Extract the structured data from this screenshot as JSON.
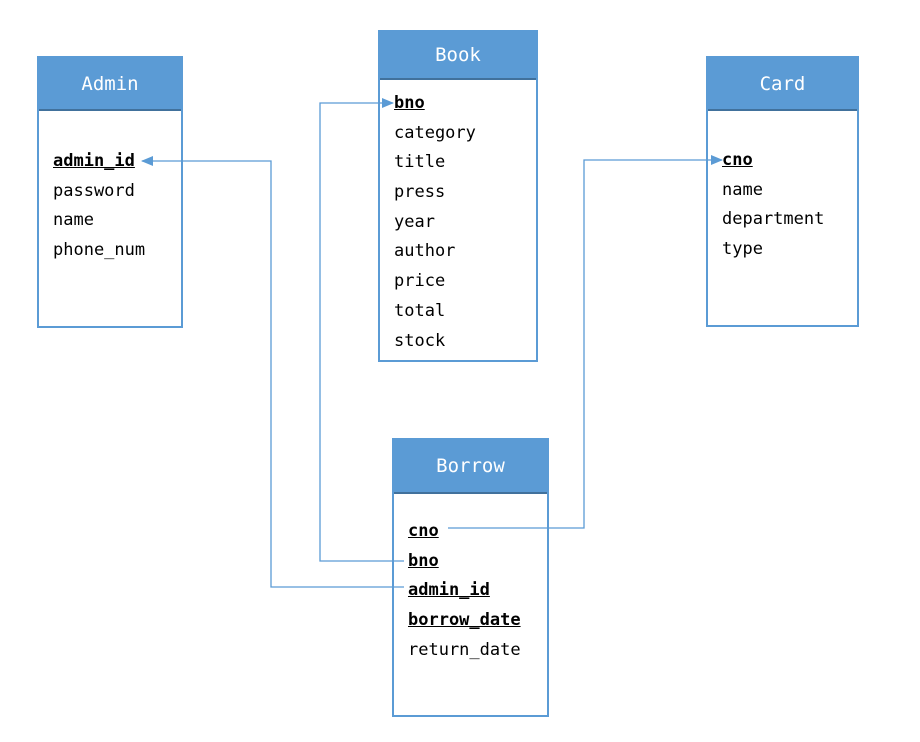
{
  "entities": {
    "admin": {
      "name": "Admin",
      "fields": [
        {
          "label": "admin_id",
          "key": true
        },
        {
          "label": "password",
          "key": false
        },
        {
          "label": "name",
          "key": false
        },
        {
          "label": "phone_num",
          "key": false
        }
      ]
    },
    "book": {
      "name": "Book",
      "fields": [
        {
          "label": "bno",
          "key": true
        },
        {
          "label": "category",
          "key": false
        },
        {
          "label": "title",
          "key": false
        },
        {
          "label": "press",
          "key": false
        },
        {
          "label": "year",
          "key": false
        },
        {
          "label": "author",
          "key": false
        },
        {
          "label": "price",
          "key": false
        },
        {
          "label": "total",
          "key": false
        },
        {
          "label": "stock",
          "key": false
        }
      ]
    },
    "card": {
      "name": "Card",
      "fields": [
        {
          "label": "cno",
          "key": true
        },
        {
          "label": "name",
          "key": false
        },
        {
          "label": "department",
          "key": false
        },
        {
          "label": "type",
          "key": false
        }
      ]
    },
    "borrow": {
      "name": "Borrow",
      "fields": [
        {
          "label": "cno",
          "key": true
        },
        {
          "label": "bno",
          "key": true
        },
        {
          "label": "admin_id",
          "key": true
        },
        {
          "label": "borrow_date",
          "key": true
        },
        {
          "label": "return_date",
          "key": false
        }
      ]
    }
  },
  "relationships": [
    {
      "from": "Borrow.cno",
      "to": "Card.cno"
    },
    {
      "from": "Borrow.bno",
      "to": "Book.bno"
    },
    {
      "from": "Borrow.admin_id",
      "to": "Admin.admin_id"
    }
  ],
  "colors": {
    "header_fill": "#5b9bd5",
    "border": "#5b9bd5",
    "connector": "#5b9bd5"
  }
}
